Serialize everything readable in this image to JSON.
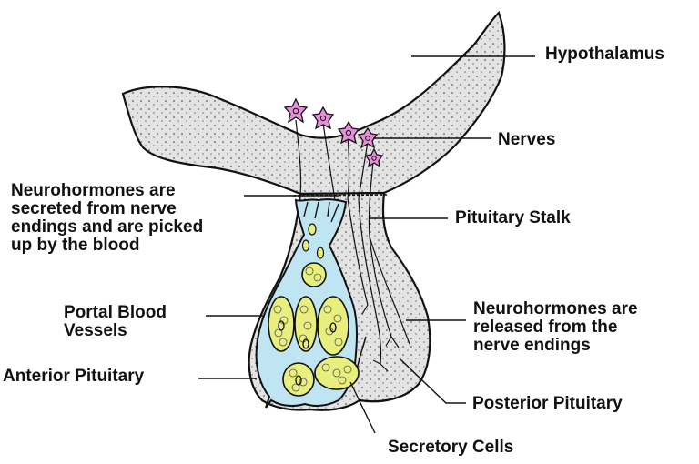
{
  "labels": {
    "hypothalamus": "Hypothalamus",
    "nerves": "Nerves",
    "neurohormones_secreted": [
      "Neurohormones are",
      "secreted from nerve",
      "endings and are picked",
      "up by the blood"
    ],
    "pituitary_stalk": "Pituitary Stalk",
    "portal_blood_vessels": [
      "Portal Blood",
      "Vessels"
    ],
    "neurohormones_released": [
      "Neurohormones are",
      "released from the",
      "nerve endings"
    ],
    "anterior_pituitary": "Anterior Pituitary",
    "posterior_pituitary": "Posterior Pituitary",
    "secretory_cells": "Secretory Cells"
  },
  "colors": {
    "tissue": "#e3e3e3",
    "blood_vessel": "#bfe4f2",
    "secretory_cell": "#e8ef7e",
    "nerve_cell": "#e58fd8",
    "outline": "#111111"
  }
}
